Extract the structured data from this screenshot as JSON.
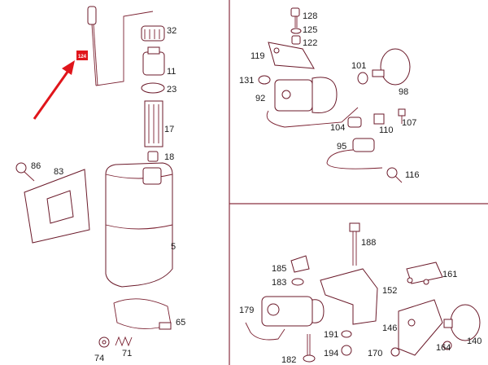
{
  "colors": {
    "linework": "#7a2030",
    "highlight_badge": "#e0151b",
    "arrow": "#e0151b",
    "label_text": "#1a1a1a"
  },
  "highlight": {
    "badge_text": "124"
  },
  "callouts_left": [
    "32",
    "11",
    "23",
    "17",
    "18",
    "86",
    "83",
    "5",
    "65",
    "74",
    "71"
  ],
  "callouts_top_right": [
    "128",
    "125",
    "122",
    "119",
    "101",
    "98",
    "131",
    "92",
    "107",
    "104",
    "110",
    "95",
    "116"
  ],
  "callouts_bottom_right": [
    "188",
    "185",
    "183",
    "161",
    "152",
    "179",
    "146",
    "191",
    "164",
    "140",
    "182",
    "194",
    "170"
  ]
}
